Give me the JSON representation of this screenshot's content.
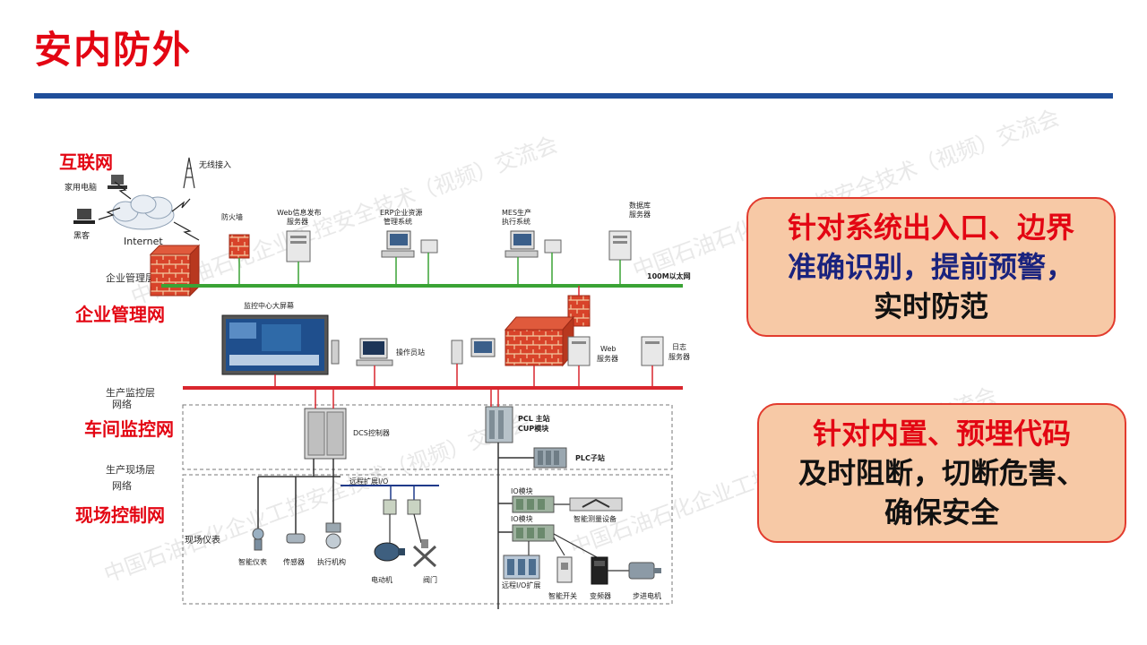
{
  "slide": {
    "title": "安内防外"
  },
  "layers": {
    "internet": "互联网",
    "enterprise": "企业管理网",
    "workshop": "车间监控网",
    "field": "现场控制网"
  },
  "layer_captions": {
    "enterprise_layer": "企业管理层",
    "production_monitor_layer": "生产监控层",
    "production_monitor_sub": "网络",
    "field_layer": "生产现场层",
    "field_layer_sub": "网络"
  },
  "internet_zone": {
    "home_pc": "家用电脑",
    "hacker": "黑客",
    "cloud": "Internet",
    "wireless": "无线接入"
  },
  "enterprise_devices": {
    "firewall": "防火墙",
    "web_server_l1": "Web信息发布",
    "web_server_l2": "服务器",
    "erp_l1": "ERP企业资源",
    "erp_l2": "管理系统",
    "mes_l1": "MES生产",
    "mes_l2": "执行系统",
    "db_l1": "数据库",
    "db_l2": "服务器",
    "ethernet": "100M以太网"
  },
  "monitor_devices": {
    "big_screen": "监控中心大屏幕",
    "operator": "操作员站",
    "web_l1": "Web",
    "web_l2": "服务器",
    "log_l1": "日志",
    "log_l2": "服务器"
  },
  "workshop_devices": {
    "dcs": "DCS控制器",
    "pcl_l1": "PCL 主站",
    "pcl_l2": "CUP模块",
    "plc_sub": "PLC子站"
  },
  "field_devices": {
    "remote_io": "远程扩展I/O",
    "field_instruments": "现场仪表",
    "smart_instrument": "智能仪表",
    "sensor": "传感器",
    "actuator": "执行机构",
    "motor": "电动机",
    "valve": "阀门",
    "io_module_1": "IO模块",
    "io_module_2": "IO模块",
    "smart_measure": "智能测量设备",
    "remote_io_ext": "远程I/O扩展",
    "smart_switch": "智能开关",
    "inverter": "变频器",
    "stepper": "步进电机"
  },
  "watermark": "中国石油石化企业工控安全技术（视频）交流会",
  "callouts": [
    {
      "line1": "针对系统出入口、边界",
      "line2": "准确识别，提前预警，",
      "line3": "实时防范"
    },
    {
      "line1": "针对内置、预埋代码",
      "line2": "及时阻断，切断危害、",
      "line3": "确保安全"
    }
  ],
  "colors": {
    "title": "#e30613",
    "rule": "#1f4e9a",
    "green_bus": "#3aa335",
    "red_bus": "#d9262e",
    "callout_fill": "#f7c9a6"
  }
}
